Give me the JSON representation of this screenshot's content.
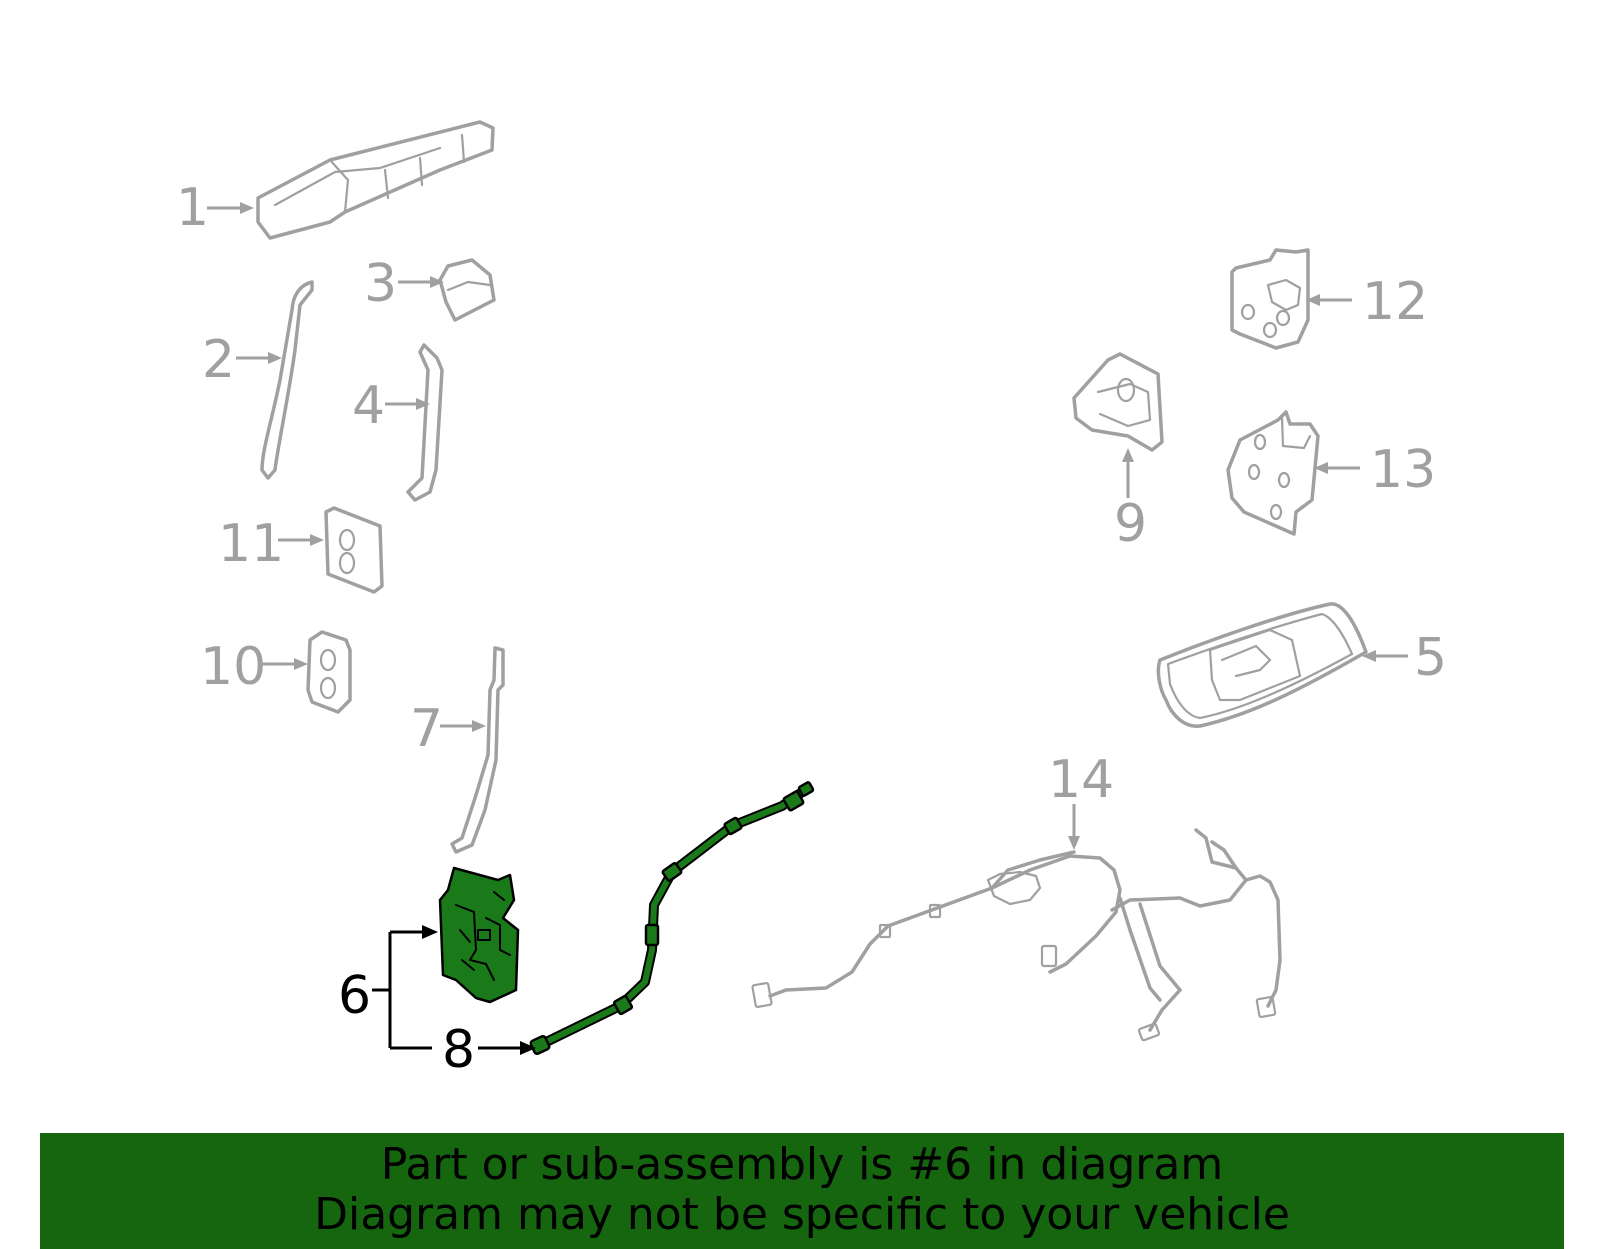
{
  "callouts": {
    "c1": "1",
    "c2": "2",
    "c3": "3",
    "c4": "4",
    "c5": "5",
    "c6": "6",
    "c7": "7",
    "c8": "8",
    "c9": "9",
    "c10": "10",
    "c11": "11",
    "c12": "12",
    "c13": "13",
    "c14": "14"
  },
  "highlighted_callouts": [
    "6",
    "8"
  ],
  "colors": {
    "highlight_part": "#1a7a1a",
    "banner_background": "#15660f",
    "outline_grey": "#a0a0a0"
  },
  "banner": {
    "line1": "Part or sub-assembly is #6 in diagram",
    "line2": "Diagram may not be specific to your vehicle"
  }
}
